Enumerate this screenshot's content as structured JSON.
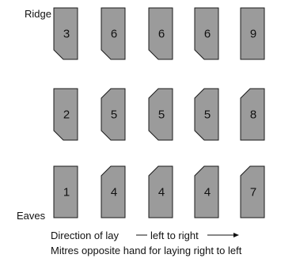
{
  "labels": {
    "top": "Ridge",
    "bottom": "Eaves"
  },
  "caption": {
    "line1": "Direction of lay",
    "line1_tail": "left to right",
    "line2": "Mitres opposite hand for laying right to left"
  },
  "rows": [
    {
      "tiles": [
        {
          "number": "3",
          "mitre": "bottom-left"
        },
        {
          "number": "6",
          "mitre": "bottom-left"
        },
        {
          "number": "6",
          "mitre": "bottom-left"
        },
        {
          "number": "6",
          "mitre": "bottom-left"
        },
        {
          "number": "9",
          "mitre": "none"
        }
      ]
    },
    {
      "tiles": [
        {
          "number": "2",
          "mitre": "bottom-left"
        },
        {
          "number": "5",
          "mitre": "both-left"
        },
        {
          "number": "5",
          "mitre": "both-left"
        },
        {
          "number": "5",
          "mitre": "both-left"
        },
        {
          "number": "8",
          "mitre": "top-left"
        }
      ]
    },
    {
      "tiles": [
        {
          "number": "1",
          "mitre": "none"
        },
        {
          "number": "4",
          "mitre": "top-left"
        },
        {
          "number": "4",
          "mitre": "top-left"
        },
        {
          "number": "4",
          "mitre": "top-left"
        },
        {
          "number": "7",
          "mitre": "top-left"
        }
      ]
    }
  ]
}
